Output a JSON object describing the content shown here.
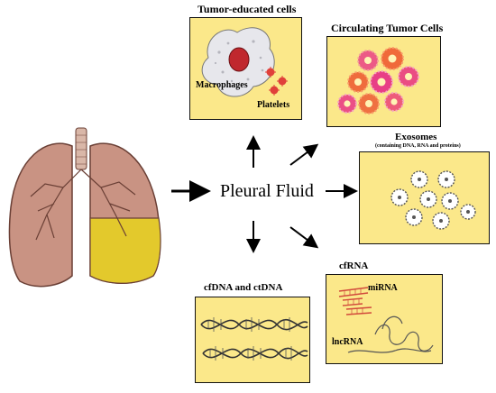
{
  "center": {
    "label": "Pleural Fluid"
  },
  "panels": {
    "tumor_educated": {
      "title": "Tumor-educated cells",
      "macrophages": "Macrophages",
      "platelets": "Platelets"
    },
    "ctc": {
      "title": "Circulating Tumor Cells"
    },
    "exosomes": {
      "title": "Exosomes",
      "subtitle": "(containing DNA, RNA and proteins)"
    },
    "cfrna": {
      "title": "cfRNA",
      "mirna": "miRNA",
      "lncrna": "lncRNA"
    },
    "cfdna": {
      "title": "cfDNA and ctDNA"
    }
  },
  "colors": {
    "panel_fill": "#fbe88a",
    "lung": "#c99383",
    "effusion": "#e3c92c",
    "dna": "#333333"
  }
}
